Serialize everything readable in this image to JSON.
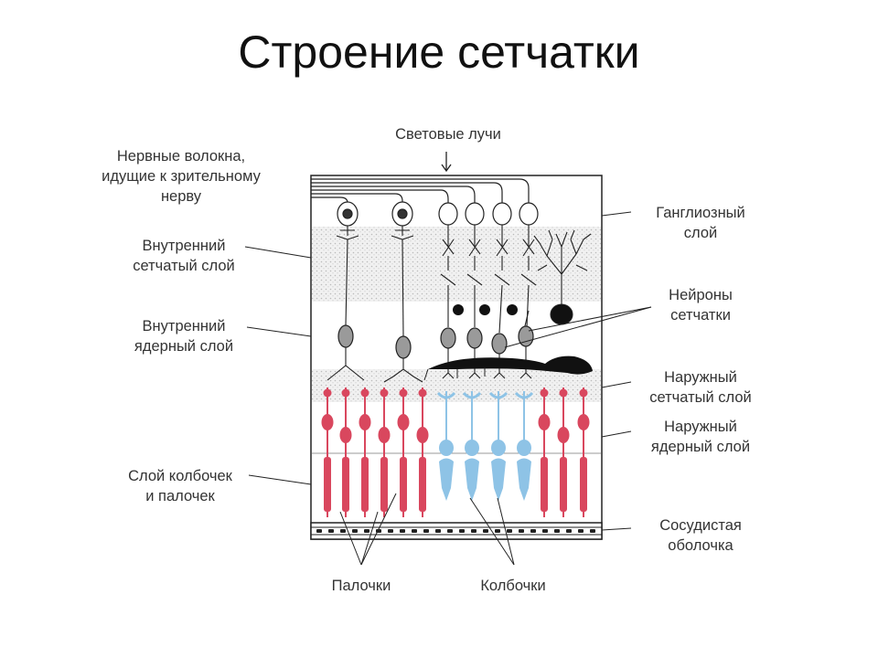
{
  "title": "Строение сетчатки",
  "labels": {
    "light_rays": "Световые лучи",
    "nerve_fibers": [
      "Нервные волокна,",
      "идущие к зрительному",
      "нерву"
    ],
    "inner_plexiform": [
      "Внутренний",
      "сетчатый слой"
    ],
    "inner_nuclear": [
      "Внутренний",
      "ядерный слой"
    ],
    "rods_cones_layer": [
      "Слой колбочек",
      "и палочек"
    ],
    "ganglion_layer": [
      "Ганглиозный",
      "слой"
    ],
    "retina_neurons": [
      "Нейроны",
      "сетчатки"
    ],
    "outer_plexiform": [
      "Наружный",
      "сетчатый слой"
    ],
    "outer_nuclear": [
      "Наружный",
      "ядерный слой"
    ],
    "choroid": [
      "Сосудистая",
      "оболочка"
    ],
    "rods": "Палочки",
    "cones": "Колбочки"
  },
  "colors": {
    "rod": "#d9475e",
    "cone": "#8ec3e6",
    "neuron": "#555555",
    "stipple": "#dddddd"
  }
}
